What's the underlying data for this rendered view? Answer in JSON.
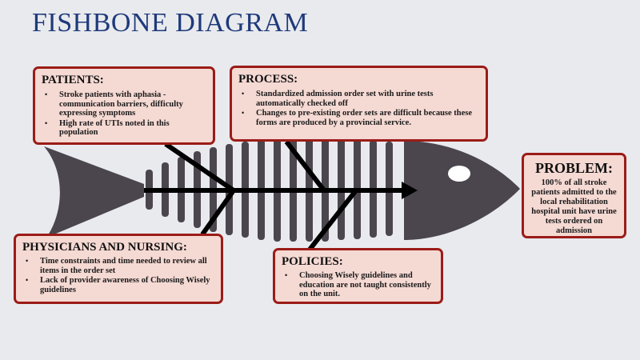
{
  "title": "FISHBONE DIAGRAM",
  "colors": {
    "title": "#1f3a7a",
    "box_fill": "#f5d9d3",
    "box_border": "#9b1c17",
    "fish": "#4b464d",
    "spine": "#000000"
  },
  "categories": {
    "patients": {
      "heading": "PATIENTS:",
      "items": [
        "Stroke patients with aphasia - communication barriers, difficulty expressing symptoms",
        "High rate of UTIs noted in this population"
      ]
    },
    "process": {
      "heading": "PROCESS:",
      "items": [
        "Standardized admission order set with urine tests automatically checked off",
        "Changes to pre-existing order sets are difficult because these forms are produced by a provincial service."
      ]
    },
    "physicians": {
      "heading": "PHYSICIANS AND NURSING:",
      "items": [
        "Time constraints and time needed to review all items in the order set",
        "Lack of provider awareness of Choosing Wisely guidelines"
      ]
    },
    "policies": {
      "heading": "POLICIES:",
      "items": [
        "Choosing Wisely guidelines and education are not taught consistently on the unit."
      ]
    }
  },
  "problem": {
    "heading": "PROBLEM:",
    "text": "100% of all stroke patients admitted to the local rehabilitation hospital unit have urine tests ordered on admission"
  }
}
